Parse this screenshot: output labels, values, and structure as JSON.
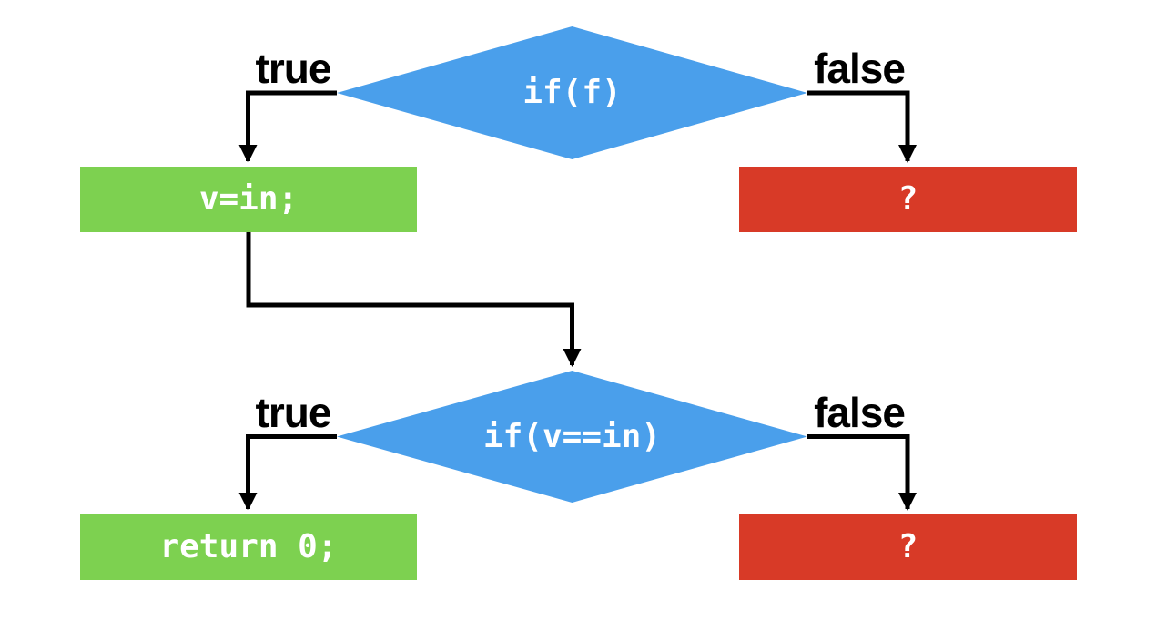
{
  "diagram": {
    "background": "#ffffff",
    "colors": {
      "decision_fill": "#4A9FEB",
      "action_fill": "#7DD150",
      "unknown_fill": "#D83A27",
      "connector": "#000000",
      "node_text": "#ffffff",
      "edge_label_text": "#000000"
    },
    "nodes": {
      "decision1": {
        "type": "decision",
        "label": "if(f)"
      },
      "action1": {
        "type": "process",
        "label": "v=in;"
      },
      "unknown1": {
        "type": "unknown",
        "label": "?"
      },
      "decision2": {
        "type": "decision",
        "label": "if(v==in)"
      },
      "action2": {
        "type": "process",
        "label": "return 0;"
      },
      "unknown2": {
        "type": "unknown",
        "label": "?"
      }
    },
    "edge_labels": {
      "true1": "true",
      "false1": "false",
      "true2": "true",
      "false2": "false"
    }
  }
}
